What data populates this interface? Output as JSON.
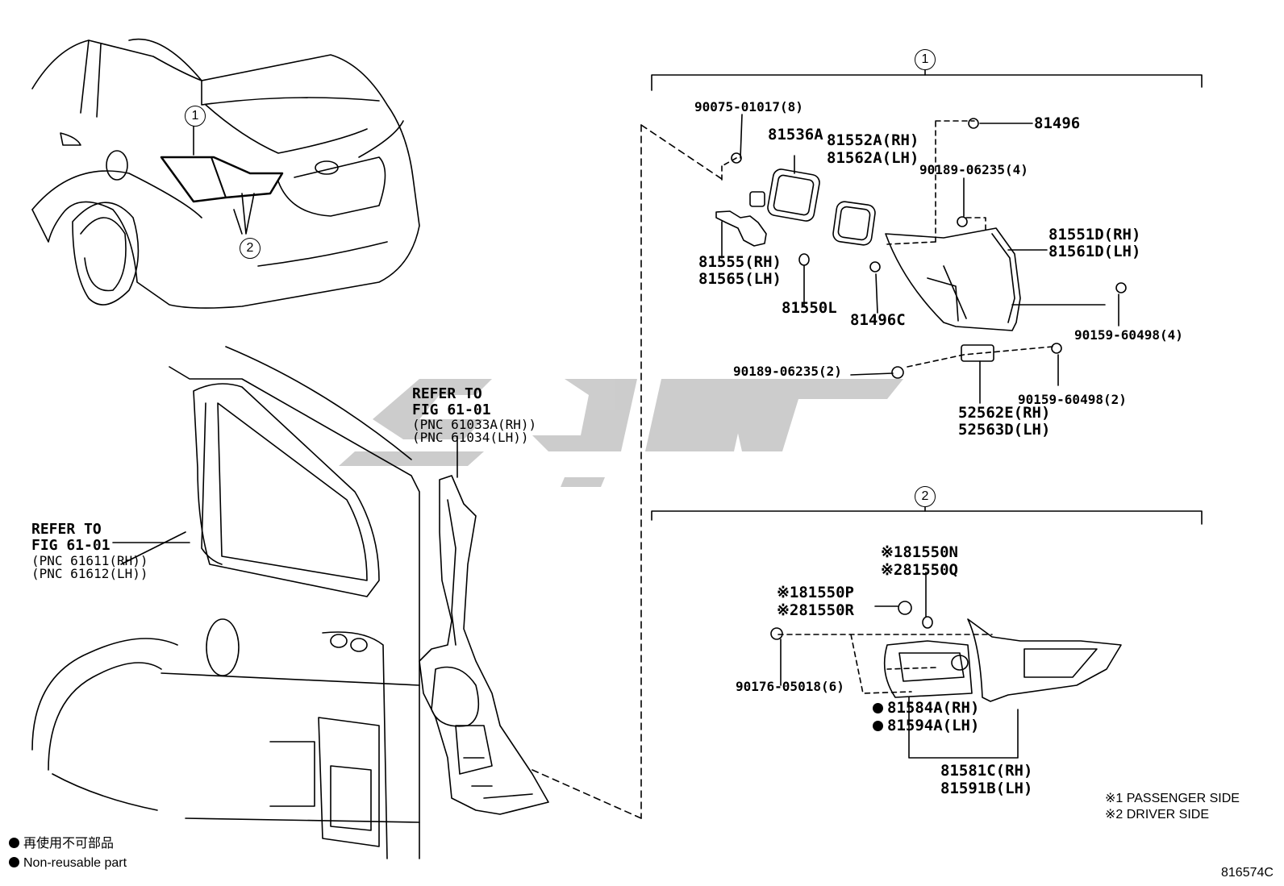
{
  "callouts": {
    "c1": "1",
    "c2": "2"
  },
  "refer_left": {
    "line1": "REFER TO",
    "line2": "FIG 61-01",
    "line3": "(PNC 61611(RH))",
    "line4": "(PNC 61612(LH))"
  },
  "refer_right": {
    "line1": "REFER TO",
    "line2": "FIG 61-01",
    "line3": "(PNC 61033A(RH))",
    "line4": "(PNC 61034(LH))"
  },
  "section1_parts": {
    "p90075": "90075-01017(8)",
    "p81536A": "81536A",
    "p81552A": "81552A(RH)",
    "p81562A": "81562A(LH)",
    "p81496": "81496",
    "p90189_4": "90189-06235(4)",
    "p81551D": "81551D(RH)",
    "p81561D": "81561D(LH)",
    "p81555": "81555(RH)",
    "p81565": "81565(LH)",
    "p81550L": "81550L",
    "p81496C": "81496C",
    "p90159_4": "90159-60498(4)",
    "p90189_2": "90189-06235(2)",
    "p90159_2": "90159-60498(2)",
    "p52562E": "52562E(RH)",
    "p52563D": "52563D(LH)"
  },
  "section2_parts": {
    "p81550N": "※181550N",
    "p81550Q": "※281550Q",
    "p81550P": "※181550P",
    "p81550R": "※281550R",
    "p90176": "90176-05018(6)",
    "p81584A": "81584A(RH)",
    "p81594A": "81594A(LH)",
    "p81581C": "81581C(RH)",
    "p81591B": "81591B(LH)"
  },
  "side_notes": {
    "n1": "※1 PASSENGER SIDE",
    "n2": "※2 DRIVER SIDE"
  },
  "legend": {
    "jp": "再使用不可部品",
    "en": "Non-reusable part"
  },
  "figure_id": "816574C"
}
